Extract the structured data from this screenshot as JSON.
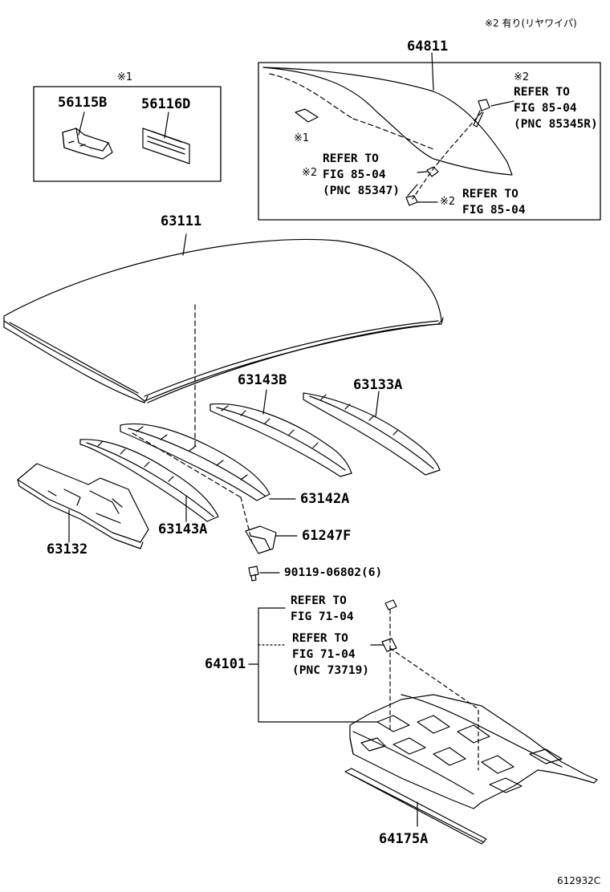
{
  "header_note": "※2 有り(リヤワイパ)",
  "footer_code": "612932C",
  "notes": {
    "mark1_box": "※1",
    "mark1_glass": "※1",
    "mark2_glass_top": "※2",
    "mark2_glass_mid": "※2",
    "mark2_glass_bot": "※2"
  },
  "parts": {
    "p64811": "64811",
    "p56115B": "56115B",
    "p56116D": "56116D",
    "p63111": "63111",
    "p63143B": "63143B",
    "p63133A": "63133A",
    "p63142A": "63142A",
    "p63143A": "63143A",
    "p63132": "63132",
    "p61247F": "61247F",
    "p90119": "90119-06802(6)",
    "p64101": "64101",
    "p64175A": "64175A"
  },
  "refs": {
    "glass_wiper": [
      "REFER TO",
      "FIG 85-04",
      "(PNC 85345R)"
    ],
    "glass_mid": [
      "REFER TO",
      "FIG 85-04",
      "(PNC 85347)"
    ],
    "glass_bot": [
      "REFER TO",
      "FIG 85-04"
    ],
    "shelf_top": [
      "REFER TO",
      "FIG 71-04"
    ],
    "shelf_mid": [
      "REFER TO",
      "FIG 71-04",
      "(PNC 73719)"
    ]
  },
  "colors": {
    "line": "#000000",
    "background": "#ffffff"
  }
}
